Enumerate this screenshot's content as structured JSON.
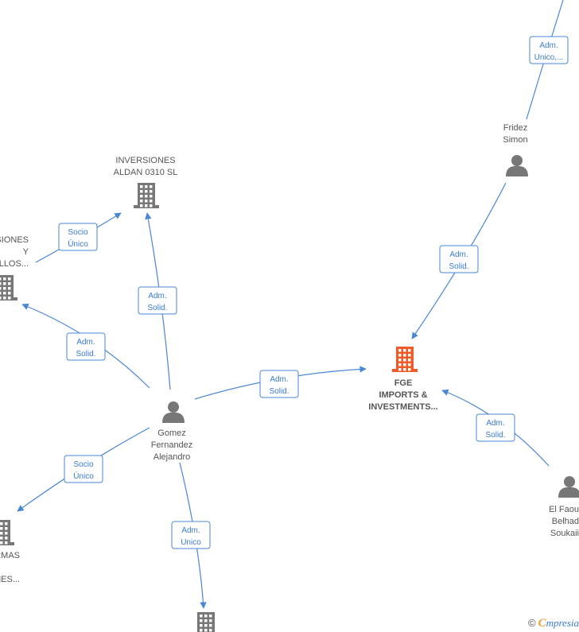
{
  "nodes": [
    {
      "id": "inversiones-aldan",
      "type": "company",
      "lines": [
        "INVERSIONES",
        "ALDAN 0310  SL"
      ],
      "bold": false,
      "color": "#777777"
    },
    {
      "id": "inversiones-desarrollos",
      "type": "company",
      "lines": [
        "SIONES",
        "Y",
        "OLLOS..."
      ],
      "bold": false,
      "color": "#777777"
    },
    {
      "id": "fge",
      "type": "company",
      "lines": [
        "FGE",
        "IMPORTS &",
        "INVESTMENTS..."
      ],
      "bold": true,
      "color": "#f05a28"
    },
    {
      "id": "fridez",
      "type": "person",
      "lines": [
        "Fridez",
        "Simon"
      ],
      "bold": false,
      "color": "#777777"
    },
    {
      "id": "gomez",
      "type": "person",
      "lines": [
        "Gomez",
        "Fernandez",
        "Alejandro"
      ],
      "bold": false,
      "color": "#777777"
    },
    {
      "id": "el-faou",
      "type": "person",
      "lines": [
        "El Faou",
        "Belhad",
        "Soukaii"
      ],
      "bold": false,
      "color": "#777777"
    },
    {
      "id": "company-left-bottom",
      "type": "company",
      "lines": [
        "RMAS",
        "",
        "CIONES..."
      ],
      "bold": false,
      "color": "#777777"
    },
    {
      "id": "company-bottom",
      "type": "company",
      "lines": [],
      "bold": false,
      "color": "#777777"
    }
  ],
  "edges": [
    {
      "id": "e1",
      "label": [
        "Adm.",
        "Unico,..."
      ]
    },
    {
      "id": "e2",
      "label": [
        "Adm.",
        "Solid."
      ]
    },
    {
      "id": "e3",
      "label": [
        "Socio",
        "Único"
      ]
    },
    {
      "id": "e4",
      "label": [
        "Adm.",
        "Solid."
      ]
    },
    {
      "id": "e5",
      "label": [
        "Adm.",
        "Solid."
      ]
    },
    {
      "id": "e6",
      "label": [
        "Adm.",
        "Solid."
      ]
    },
    {
      "id": "e7",
      "label": [
        "Adm.",
        "Solid."
      ]
    },
    {
      "id": "e8",
      "label": [
        "Socio",
        "Único"
      ]
    },
    {
      "id": "e9",
      "label": [
        "Adm.",
        "Unico"
      ]
    }
  ],
  "footer": {
    "copyright": "©",
    "brand_initial": "C",
    "brand_rest": "mpresia"
  },
  "colors": {
    "edge": "#4a86d6",
    "highlight": "#f05a28",
    "icon": "#777777"
  }
}
